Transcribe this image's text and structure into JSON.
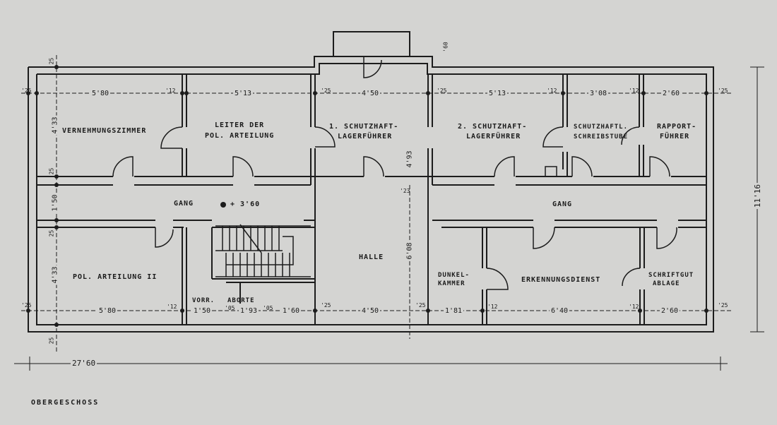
{
  "title": "OBERGESCHOSS",
  "rooms": {
    "vernehmung": "VERNEHMUNGSZIMMER",
    "leiter_1": "LEITER DER",
    "leiter_2": "POL. ARTEILUNG",
    "schutz1_1": "1. SCHUTZHAFT-",
    "schutz1_2": "LAGERFÜHRER",
    "schutz2_1": "2. SCHUTZHAFT-",
    "schutz2_2": "LAGERFÜHRER",
    "schreib_1": "SCHUTZHAFTL.",
    "schreib_2": "SCHREIBSTUBE",
    "rapport_1": "RAPPORT-",
    "rapport_2": "FÜHRER",
    "gang_left": "GANG",
    "gang_level": "+ 3'60",
    "gang_right": "GANG",
    "pol2": "POL. ARTEILUNG II",
    "halle": "HALLE",
    "vorr": "VORR.",
    "aborte": "ABORTE",
    "dunkel_1": "DUNKEL-",
    "dunkel_2": "KAMMER",
    "erkennung": "ERKENNUNGSDIENST",
    "schrift_1": "SCHRIFTGUT",
    "schrift_2": "ABLAGE"
  },
  "dimensions": {
    "top": [
      "'25",
      "5'80",
      "'12",
      "5'13",
      "'25",
      "4'50",
      "'25",
      "5'13",
      "'12",
      "3'08",
      "'12",
      "2'60",
      "'25"
    ],
    "bottom": [
      "'25",
      "5'80",
      "'12",
      "1'50",
      "'05",
      "1'93",
      "'05",
      "1'60",
      "'25",
      "4'50",
      "'25",
      "1'81",
      "'12",
      "6'40",
      "'12",
      "2'60",
      "'25"
    ],
    "left": [
      "25",
      "4'33",
      "25",
      "1'50",
      "25",
      "4'33",
      "25"
    ],
    "middle_vertical": [
      "4'93",
      "'23",
      "6'08"
    ],
    "balcony": "'60",
    "total_width": "27'60",
    "total_depth": "11'16"
  }
}
